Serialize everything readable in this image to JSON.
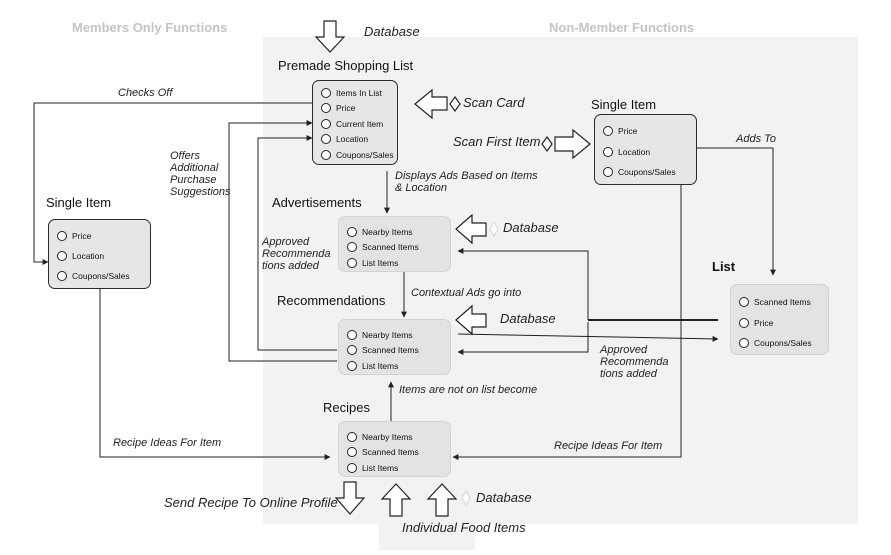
{
  "headers": {
    "members": "Members Only Functions",
    "nonmembers": "Non-Member Functions"
  },
  "top_db": "Database",
  "premade": {
    "title": "Premade Shopping List",
    "items": [
      "Items In List",
      "Price",
      "Current Item",
      "Location",
      "Coupons/Sales"
    ]
  },
  "scan_card": "Scan Card",
  "scan_first_item": "Scan First Item",
  "single_item_right": {
    "title": "Single Item",
    "items": [
      "Price",
      "Location",
      "Coupons/Sales"
    ]
  },
  "adds_to": "Adds To",
  "single_item_left": {
    "title": "Single Item",
    "items": [
      "Price",
      "Location",
      "Coupons/Sales"
    ]
  },
  "checks_off": "Checks Off",
  "offers": "Offers Additional Purchase Suggestions",
  "displays_ads": "Displays Ads Based on Items & Location",
  "advertisements": {
    "title": "Advertisements",
    "items": [
      "Nearby Items",
      "Scanned Items",
      "List Items"
    ]
  },
  "db_ads": "Database",
  "approved_left": "Approved Recommenda tions added",
  "contextual": "Contextual Ads go into",
  "recommendations": {
    "title": "Recommendations",
    "items": [
      "Nearby Items",
      "Scanned Items",
      "List Items"
    ]
  },
  "db_rec": "Database",
  "list": {
    "title": "List",
    "items": [
      "Scanned Items",
      "Price",
      "Coupons/Sales"
    ]
  },
  "approved_right": "Approved Recommenda tions added",
  "items_not_on_list": "Items are not on list become",
  "recipes": {
    "title": "Recipes",
    "items": [
      "Nearby Items",
      "Scanned Items",
      "List Items"
    ]
  },
  "recipe_ideas_left": "Recipe Ideas For Item",
  "recipe_ideas_right": "Recipe Ideas For Item",
  "send_recipe": "Send Recipe To Online Profile",
  "db_bottom": "Database",
  "individual_food": "Individual Food Items",
  "colors": {
    "section_header": "#c4c4c4",
    "nonmember_bg": "#f2f2f2",
    "box_fill": "#e6e6e6",
    "line": "#222222"
  }
}
